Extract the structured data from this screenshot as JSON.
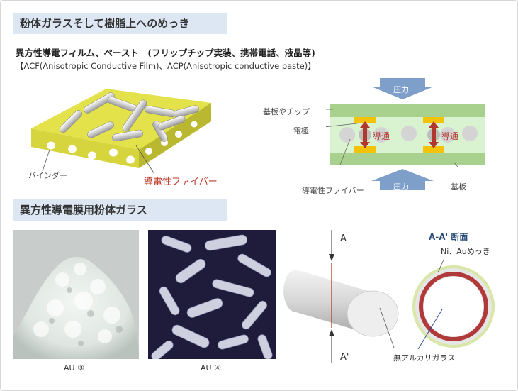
{
  "section1": {
    "title": "粉体ガラスそして樹脂上へのめっき",
    "heading": "異方性導電フィルム、ペースト　(フリップチップ実装、携帯電話、液晶等)",
    "subheading": "【ACF(Anisotropic Conductive Film)、ACP(Anisotropic conductive paste)】"
  },
  "film_diagram": {
    "label_binder": "バインダー",
    "label_fiber": "導電性ファイバー"
  },
  "chip_diagram": {
    "pressure_top": "圧力",
    "pressure_bottom": "圧力",
    "label_chip": "基板やチップ",
    "label_electrode": "電極",
    "label_conduct_left": "導通",
    "label_conduct_right": "導通",
    "label_fiber": "導電性ファイバー",
    "label_substrate": "基板"
  },
  "section2": {
    "title": "異方性導電膜用粉体ガラス"
  },
  "photos": [
    {
      "caption": "AU ③"
    },
    {
      "caption": "AU ④"
    }
  ],
  "cylinder_diagram": {
    "label_a": "A",
    "label_a_prime": "A'",
    "label_glass": "無アルカリガラス"
  },
  "section_diagram": {
    "title": "A-A'  断面",
    "label_plating": "Ni、Auめっき"
  },
  "colors": {
    "band_bg": "#dde7f3",
    "film_yellow": "#e3e24a",
    "green_layer": "#a9d18e",
    "light_green": "#d9f2d0",
    "electrode_yellow": "#f3c20b",
    "arrow_red": "#b0382c",
    "arrow_blue": "#7e9fc9",
    "ring_red": "#b03a3a",
    "ring_outer": "#d8e6a6"
  }
}
